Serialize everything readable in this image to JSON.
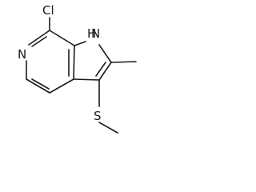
{
  "molecule": {
    "atoms": {
      "chlorine": "Cl",
      "pyridine_nitrogen": "N",
      "pyrrole_nh": "H",
      "pyrrole_n": "N",
      "sulfur": "S"
    }
  }
}
